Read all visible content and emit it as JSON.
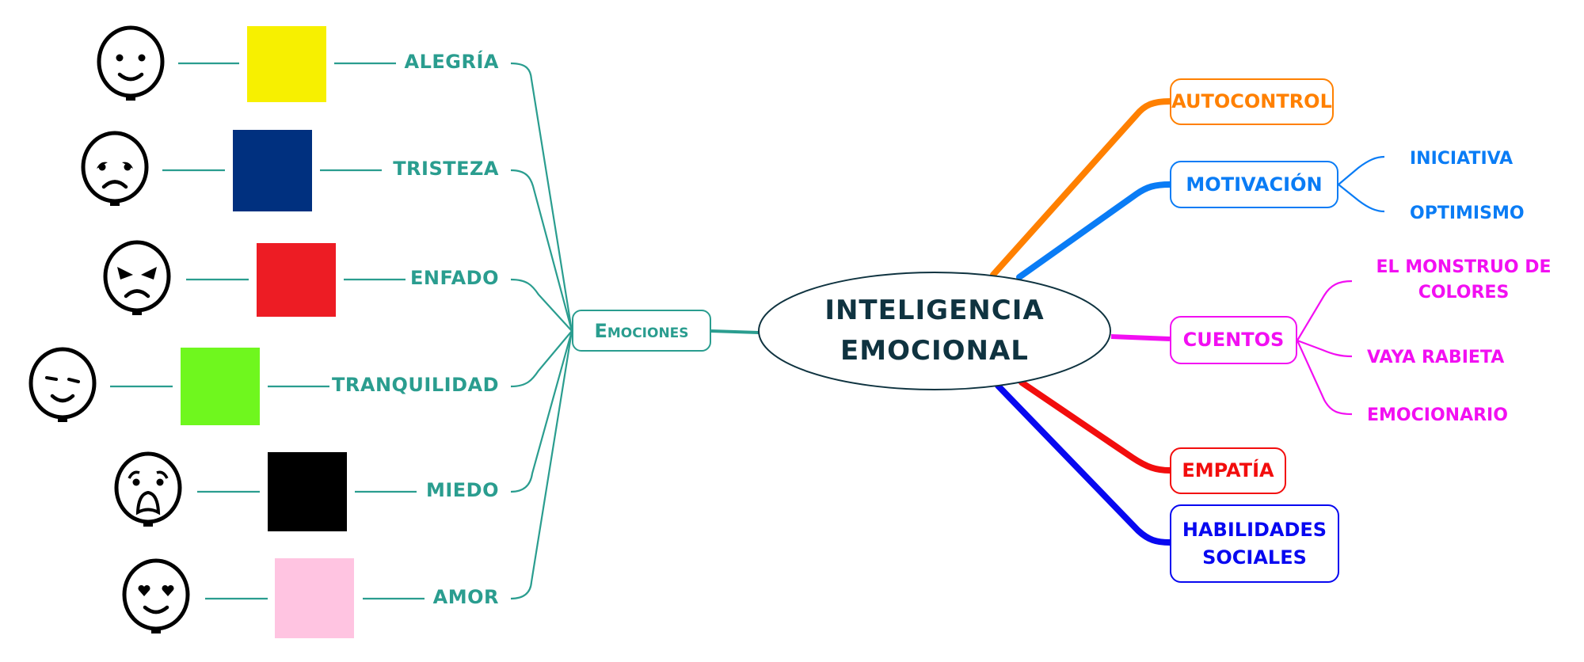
{
  "central": {
    "line1": "INTELIGENCIA",
    "line2": "EMOCIONAL",
    "color": "#0f3340"
  },
  "emotions_branch": {
    "label": "Emociones",
    "color": "#2a9d8f",
    "items": [
      {
        "label": "ALEGRÍA",
        "swatch_color": "#f7f000",
        "face": "happy-face-icon"
      },
      {
        "label": "TRISTEZA",
        "swatch_color": "#00307f",
        "face": "sad-face-icon"
      },
      {
        "label": "ENFADO",
        "swatch_color": "#ed1c24",
        "face": "angry-face-icon"
      },
      {
        "label": "TRANQUILIDAD",
        "swatch_color": "#6ff71e",
        "face": "calm-face-icon"
      },
      {
        "label": "MIEDO",
        "swatch_color": "#000000",
        "face": "scared-face-icon"
      },
      {
        "label": "AMOR",
        "swatch_color": "#ffc4e1",
        "face": "love-face-icon"
      }
    ]
  },
  "right_branches": [
    {
      "label": "AUTOCONTROL",
      "color": "#ff8000",
      "children": []
    },
    {
      "label": "MOTIVACIÓN",
      "color": "#0a7cf5",
      "children": [
        "INICIATIVA",
        "OPTIMISMO"
      ]
    },
    {
      "label": "CUENTOS",
      "color": "#f20ff2",
      "children": [
        "EL MONSTRUO DE",
        "COLORES",
        "VAYA RABIETA",
        "EMOCIONARIO"
      ]
    },
    {
      "label": "EMPATÍA",
      "color": "#f20d0d",
      "children": []
    },
    {
      "label": "HABILIDADES",
      "label2": "SOCIALES",
      "color": "#0808f0",
      "children": []
    }
  ]
}
